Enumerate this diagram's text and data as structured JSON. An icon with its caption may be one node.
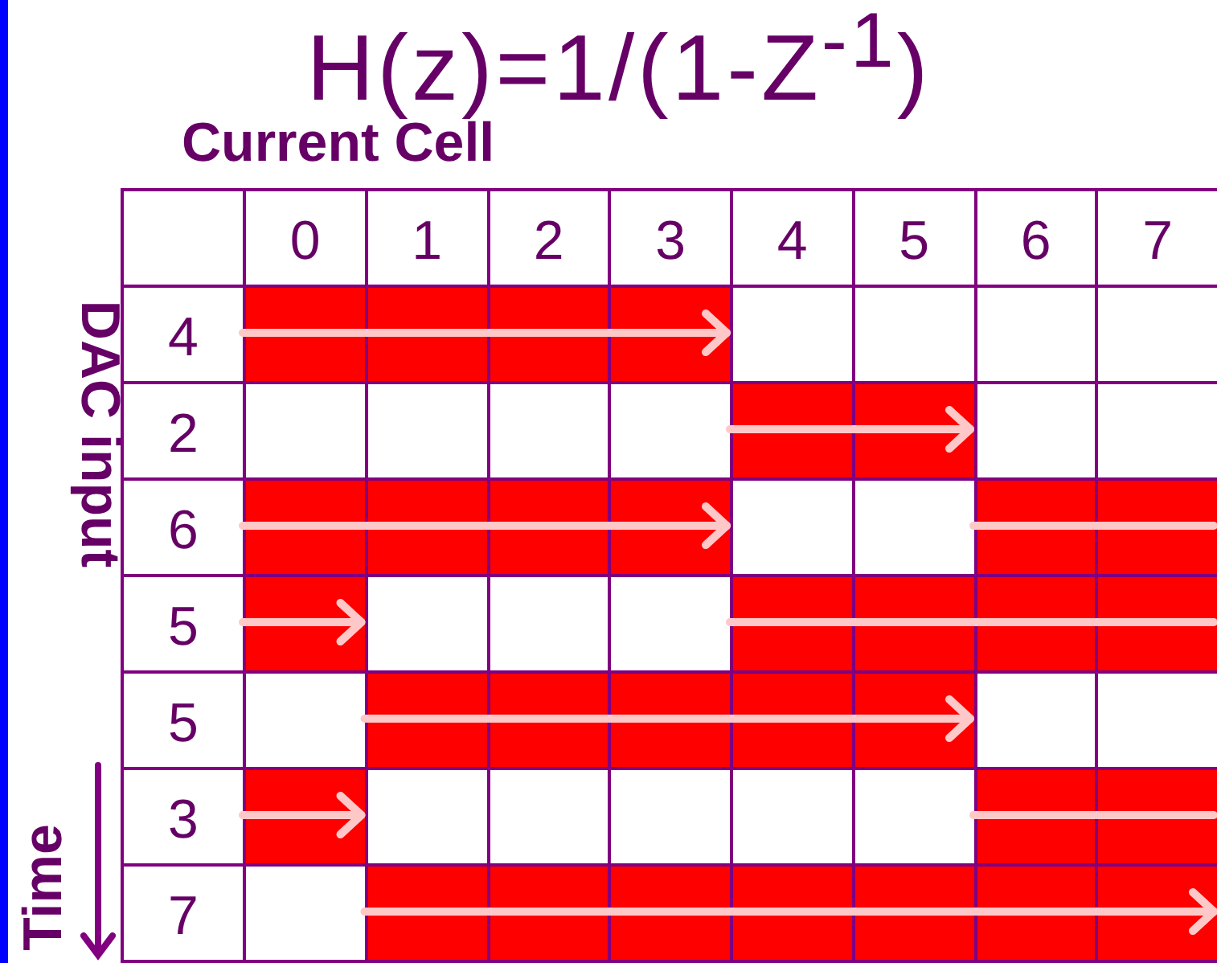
{
  "diagram": {
    "title": "H(z)=1/(1-Z$^{-1}$)",
    "labels": [
      "Current Cell",
      "DAC input",
      "Time",
      "0",
      "1",
      "2",
      "3",
      "4",
      "5",
      "6",
      "7",
      "4",
      "2",
      "6",
      "5",
      "5",
      "3",
      "7"
    ]
  }
}
